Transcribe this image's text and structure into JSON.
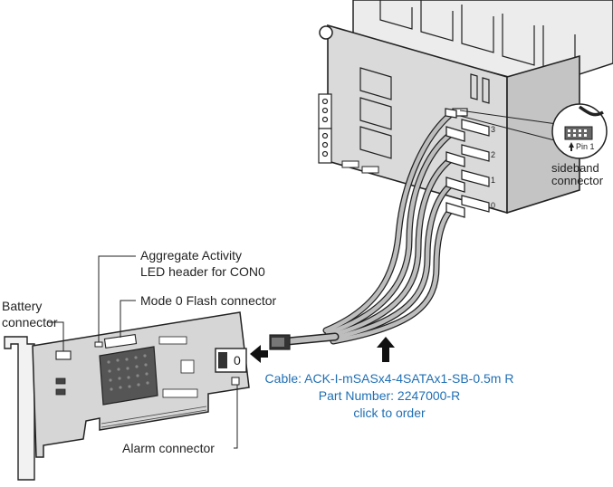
{
  "labels": {
    "aggregate_activity_line1": "Aggregate Activity",
    "aggregate_activity_line2": "LED header for CON0",
    "mode0_flash": "Mode 0 Flash connector",
    "battery_line1": "Battery",
    "battery_line2": "connector",
    "alarm": "Alarm connector",
    "sideband_line1": "sideband",
    "sideband_line2": "connector",
    "pin1": "Pin 1",
    "port_0": "0",
    "port_1": "1",
    "port_2": "2",
    "port_3": "3",
    "card_port": "0"
  },
  "cable_info": {
    "cable_line": "Cable: ACK-I-mSASx4-4SATAx1-SB-0.5m R",
    "part_number_line": "Part Number: 2247000-R",
    "order_link": "click to order"
  },
  "colors": {
    "link_blue": "#1f6fb4",
    "outline": "#222222",
    "board_fill": "#d6d6d6",
    "chassis_fill": "#dcdcdc",
    "cable_fill": "#bdbdbd"
  }
}
